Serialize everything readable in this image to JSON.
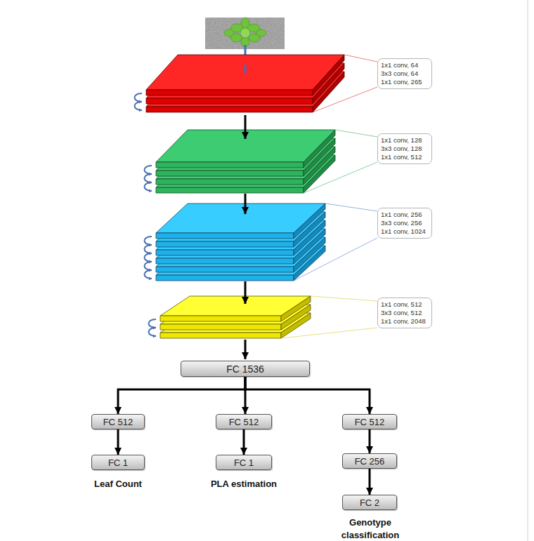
{
  "diagram": {
    "nodes": [
      {
        "text": [
          "1x1 conv, 64",
          "3x3 conv, 64",
          "1x1 conv, 265"
        ]
      },
      {
        "text": [
          "1x1 conv, 128",
          "3x3 conv, 128",
          "1x1 conv, 512"
        ]
      },
      {
        "text": [
          "1x1 conv, 256",
          "3x3 conv, 256",
          "1x1 conv, 1024"
        ]
      },
      {
        "text": [
          "1x1 conv, 512",
          "3x3 conv, 512",
          "1x1 conv, 2048"
        ]
      },
      {
        "text": [
          "FC 1536"
        ]
      },
      {
        "text": [
          "FC 512"
        ]
      },
      {
        "text": [
          "FC 512"
        ]
      },
      {
        "text": [
          "FC 512"
        ]
      },
      {
        "text": [
          "FC 1"
        ]
      },
      {
        "text": [
          "FC 1"
        ]
      },
      {
        "text": [
          "FC 256"
        ]
      },
      {
        "text": [
          "FC 2"
        ]
      }
    ],
    "edges": [
      {
        "from": 4,
        "to": 5,
        "arrow": "to"
      },
      {
        "from": 4,
        "to": 6,
        "arrow": "to"
      },
      {
        "from": 4,
        "to": 7,
        "arrow": "to"
      },
      {
        "from": 5,
        "to": 8,
        "arrow": "to"
      },
      {
        "from": 6,
        "to": 9,
        "arrow": "to"
      },
      {
        "from": 7,
        "to": 10,
        "arrow": "to"
      },
      {
        "from": 10,
        "to": 11,
        "arrow": "to"
      }
    ],
    "labels": [
      "Leaf Count",
      "PLA estimation",
      "Genotype classification"
    ]
  }
}
